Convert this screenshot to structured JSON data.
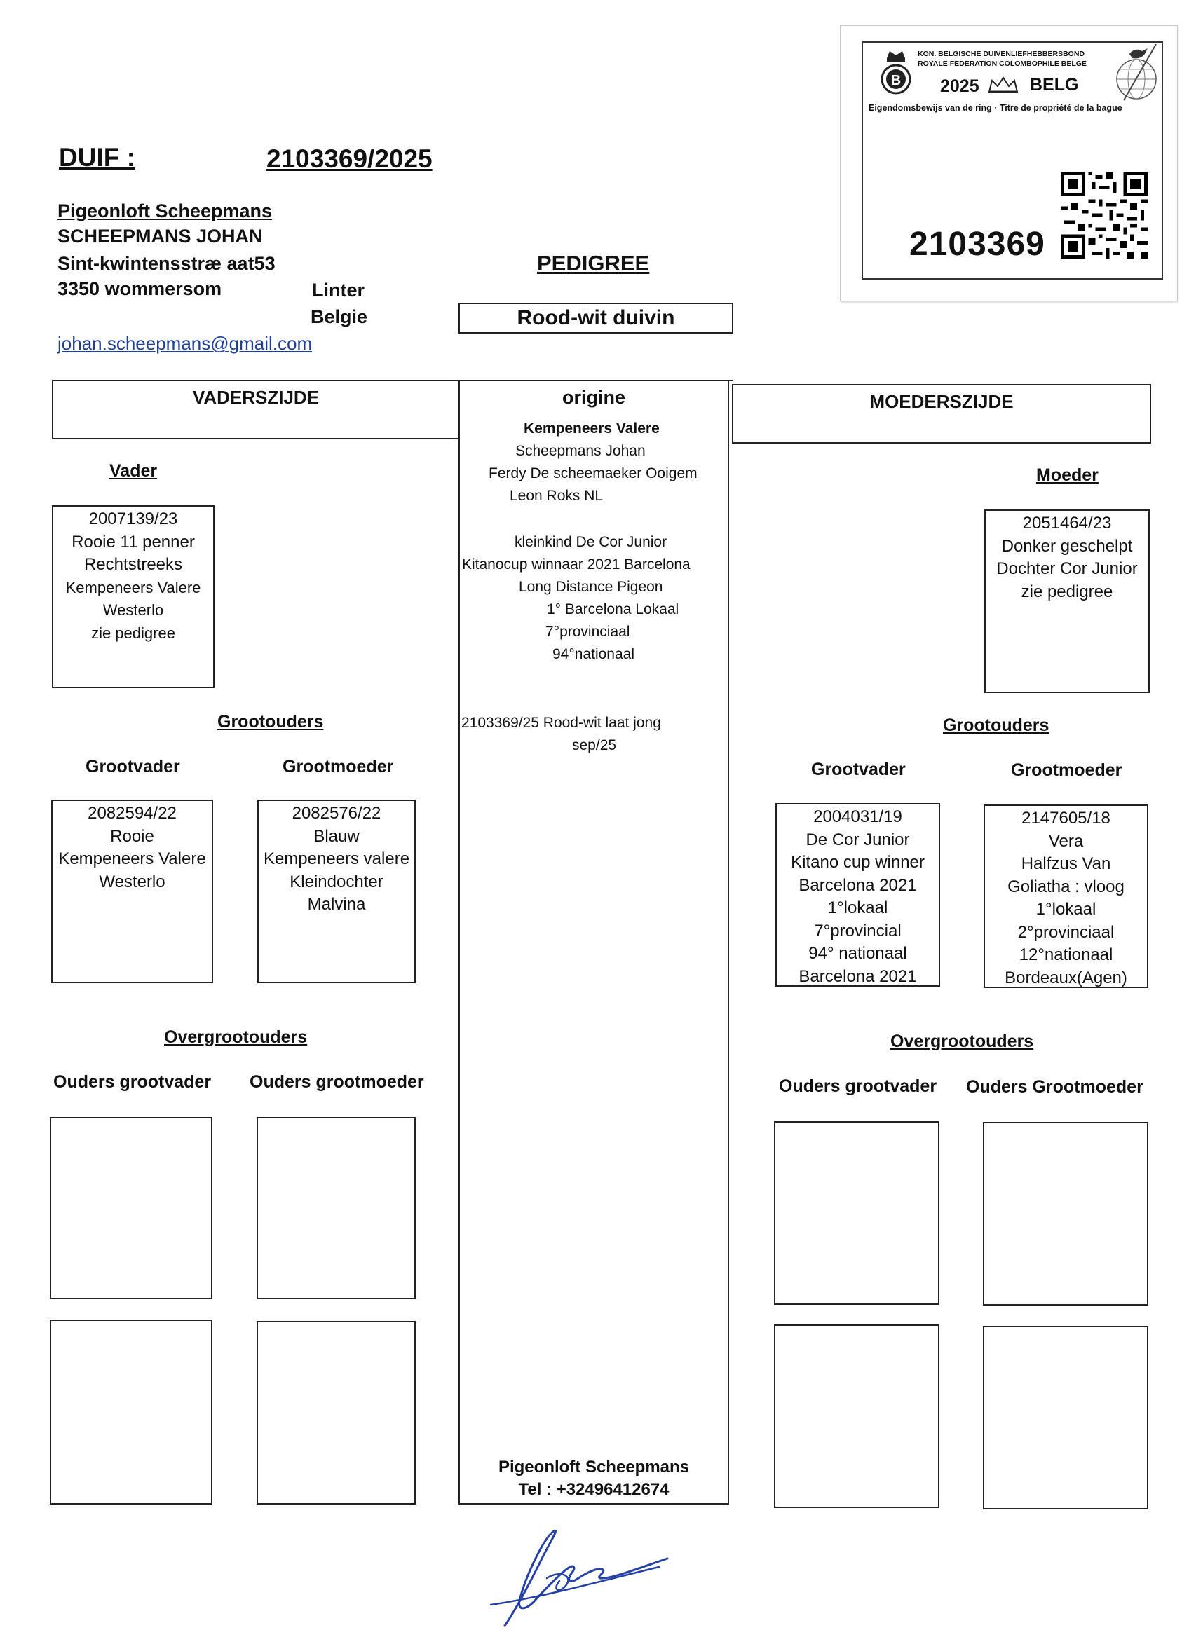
{
  "header": {
    "duif_label": "DUIF :",
    "ring_number": "2103369/2025"
  },
  "owner": {
    "loft": "Pigeonloft Scheepmans",
    "name": "SCHEEPMANS JOHAN",
    "street": "Sint-kwintensstræ aat53",
    "postal": "3350 wommersom",
    "town": "Linter",
    "country": "Belgie",
    "email": "johan.scheepmans@gmail.com"
  },
  "title": {
    "pedigree": "PEDIGREE",
    "color_sex": "Rood-wit duivin"
  },
  "ring_card": {
    "org_nl": "KON. BELGISCHE DUIVENLIEFHEBBERSBOND",
    "org_fr": "ROYALE FÉDÉRATION COLOMBOPHILE BELGE",
    "year": "2025",
    "country": "BELG",
    "ownership": "Eigendomsbewijs van de ring · Titre de propriété de la bague",
    "number": "2103369",
    "logo_letter": "B"
  },
  "sections": {
    "father_side": "VADERSZIJDE",
    "origin": "origine",
    "mother_side": "MOEDERSZIJDE"
  },
  "origin": {
    "lines": [
      "Kempeneers Valere",
      "Scheepmans Johan",
      "Ferdy De scheemaeker Ooigem",
      "Leon Roks NL",
      "kleinkind De Cor Junior",
      "Kitanocup winnaar 2021 Barcelona",
      "Long Distance Pigeon",
      "1° Barcelona Lokaal",
      "7°provinciaal",
      "94°nationaal",
      "2103369/25 Rood-wit laat jong",
      "sep/25"
    ],
    "footer_loft": "Pigeonloft Scheepmans",
    "footer_tel": "Tel : +32496412674"
  },
  "labels": {
    "vader": "Vader",
    "moeder": "Moeder",
    "grootouders": "Grootouders",
    "grootvader": "Grootvader",
    "grootmoeder": "Grootmoeder",
    "overgrootouders": "Overgrootouders",
    "ouders_grootvader": "Ouders grootvader",
    "ouders_grootmoeder_f": "Ouders grootmoeder",
    "ouders_grootmoeder_m": "Ouders Grootmoeder"
  },
  "vader": [
    "2007139/23",
    "Rooie 11 penner",
    "Rechtstreeks",
    "Kempeneers Valere",
    "Westerlo",
    "zie pedigree"
  ],
  "moeder": [
    "2051464/23",
    "Donker geschelpt",
    "Dochter Cor Junior",
    "zie pedigree"
  ],
  "grootvader_v": [
    "2082594/22",
    "Rooie",
    "Kempeneers Valere",
    "Westerlo"
  ],
  "grootmoeder_v": [
    "2082576/22",
    "Blauw",
    "Kempeneers valere",
    "Kleindochter",
    "Malvina"
  ],
  "grootvader_m": [
    "2004031/19",
    "De Cor Junior",
    "Kitano cup winner",
    "Barcelona 2021",
    "1°lokaal",
    "7°provincial",
    "94° nationaal",
    "Barcelona 2021"
  ],
  "grootmoeder_m": [
    "2147605/18",
    "Vera",
    "Halfzus Van",
    "Goliatha : vloog",
    "1°lokaal",
    "2°provinciaal",
    "12°nationaal",
    "Bordeaux(Agen)"
  ]
}
